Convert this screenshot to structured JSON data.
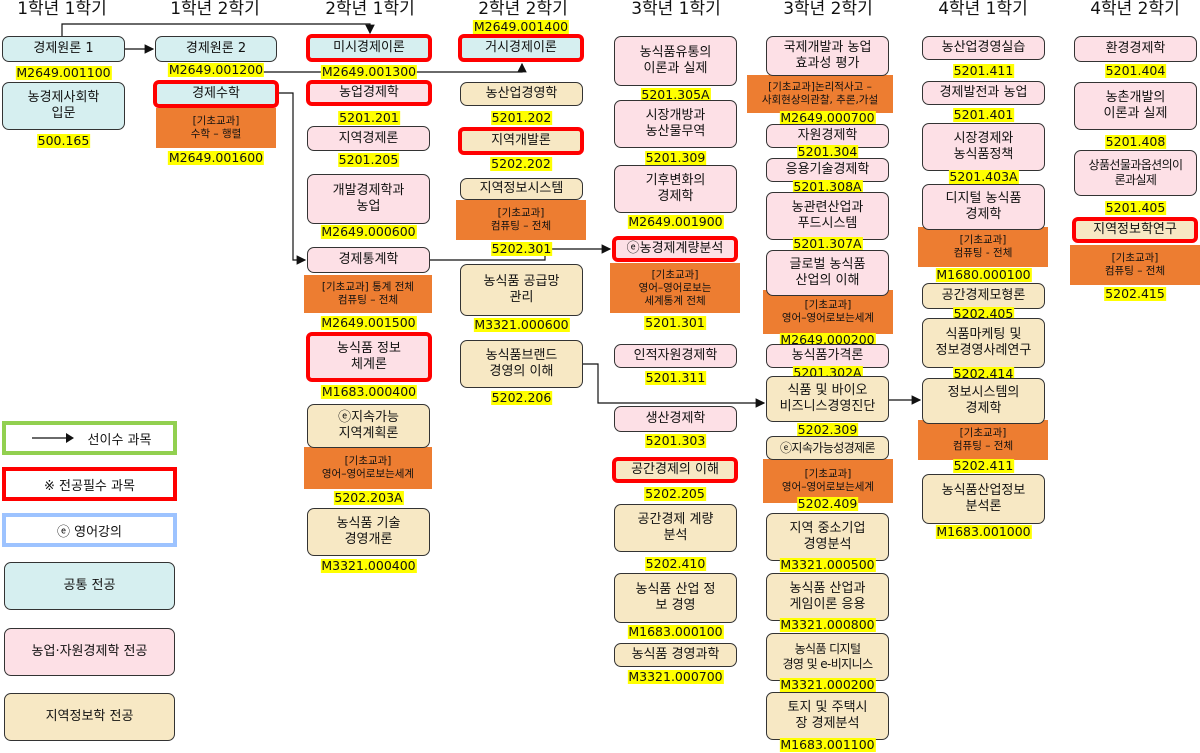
{
  "headers": [
    "1학년 1학기",
    "1학년 2학기",
    "2학년 1학기",
    "2학년 2학기",
    "3학년 1학기",
    "3학년 2학기",
    "4학년 1학기",
    "4학년 2학기"
  ],
  "columns": [
    [
      {
        "title": "경제원론 1",
        "code": "M2649.001100",
        "type": "common"
      },
      {
        "title": "농경제사회학\n입문",
        "code": "500.165",
        "type": "common"
      }
    ],
    [
      {
        "title": "경제원론 2",
        "code": "M2649.001200",
        "type": "common"
      },
      {
        "title": "경제수학",
        "note": "[기초교과]\n수학 – 행렬",
        "code": "M2649.001600",
        "type": "common",
        "required": true
      }
    ],
    [
      {
        "title": "미시경제이론",
        "code": "M2649.001300",
        "type": "common",
        "required": true
      },
      {
        "title": "농업경제학",
        "code": "5201.201",
        "type": "agri",
        "required": true
      },
      {
        "title": "지역경제론",
        "code": "5201.205",
        "type": "agri"
      },
      {
        "title": "개발경제학과\n농업",
        "code": "M2649.000600",
        "type": "agri"
      },
      {
        "title": "경제통계학",
        "note": "[기초교과] 통계 전체\n컴퓨팅 – 전체",
        "code": "M2649.001500",
        "type": "agri"
      },
      {
        "title": "농식품 정보\n체계론",
        "code": "M1683.000400",
        "type": "agri",
        "required": true
      },
      {
        "title": "ⓔ지속가능\n지역계획론",
        "note": "[기초교과]\n영어–영어로보는세계",
        "code": "5202.203A",
        "type": "region"
      },
      {
        "title": "농식품 기술\n경영개론",
        "code": "M3321.000400",
        "type": "region"
      }
    ],
    [
      {
        "title": "거시경제이론",
        "code": "M2649.001400",
        "type": "common",
        "required": true
      },
      {
        "title": "농산업경영학",
        "code": "5201.202",
        "type": "region"
      },
      {
        "title": "지역개발론",
        "code": "5202.202",
        "type": "region",
        "required": true
      },
      {
        "title": "지역정보시스템",
        "note": "[기초교과]\n컴퓨팅 – 전체",
        "code": "5202.301",
        "type": "region"
      },
      {
        "title": "농식품 공급망\n관리",
        "code": "M3321.000600",
        "type": "region"
      },
      {
        "title": "농식품브랜드\n경영의 이해",
        "code": "5202.206",
        "type": "region"
      }
    ],
    [
      {
        "title": "농식품유통의\n이론과 실제",
        "code": "5201.305A",
        "type": "agri"
      },
      {
        "title": "시장개방과\n농산물무역",
        "code": "5201.309",
        "type": "agri"
      },
      {
        "title": "기후변화의\n경제학",
        "code": "M2649.001900",
        "type": "agri"
      },
      {
        "title": "ⓔ농경제계량분석",
        "note": "[기초교과]\n영어–영어로보는\n세계통계 전체",
        "code": "5201.301",
        "type": "agri",
        "required": true
      },
      {
        "title": "인적자원경제학",
        "code": "5201.311",
        "type": "agri"
      },
      {
        "title": "생산경제학",
        "code": "5201.303",
        "type": "agri"
      },
      {
        "title": "공간경제의 이해",
        "code": "5202.205",
        "type": "region",
        "required": true
      },
      {
        "title": "공간경제 계량\n분석",
        "code": "5202.410",
        "type": "region"
      },
      {
        "title": "농식품 산업 정\n보 경영",
        "code": "M1683.000100",
        "type": "region"
      },
      {
        "title": "농식품 경영과학",
        "code": "M3321.000700",
        "type": "region"
      }
    ],
    [
      {
        "title": "국제개발과 농업\n효과성 평가",
        "note": "[기초교과]논리적사고 –\n사회현상의관찰, 추론,가설",
        "code": "M2649.000700",
        "type": "agri"
      },
      {
        "title": "자원경제학",
        "code": "5201.304",
        "type": "agri"
      },
      {
        "title": "응용기술경제학",
        "code": "5201.308A",
        "type": "agri"
      },
      {
        "title": "농관련산업과\n푸드시스템",
        "code": "5201.307A",
        "type": "agri"
      },
      {
        "title": "글로벌 농식품\n산업의 이해",
        "note": "[기초교과]\n영어–영어로보는세계",
        "code": "M2649.000200",
        "type": "agri"
      },
      {
        "title": "농식품가격론",
        "code": "5201.302A",
        "type": "agri"
      },
      {
        "title": "식품 및 바이오\n비즈니스경영진단",
        "code": "5202.309",
        "type": "region"
      },
      {
        "title": "ⓔ지속가능성경제론",
        "note": "[기초교과]\n영어–영어로보는세계",
        "code": "5202.409",
        "type": "region"
      },
      {
        "title": "지역 중소기업\n경영분석",
        "code": "M3321.000500",
        "type": "region"
      },
      {
        "title": "농식품 산업과\n게임이론 응용",
        "code": "M3321.000800",
        "type": "region"
      },
      {
        "title": "농식품 디지털\n경영 및 e-비지니스",
        "code": "M3321.000200",
        "type": "region"
      },
      {
        "title": "토지 및 주택시\n장 경제분석",
        "code": "M1683.001100",
        "type": "region"
      }
    ],
    [
      {
        "title": "농산업경영실습",
        "code": "5201.411",
        "type": "agri"
      },
      {
        "title": "경제발전과 농업",
        "code": "5201.401",
        "type": "agri"
      },
      {
        "title": "시장경제와\n농식품정책",
        "code": "5201.403A",
        "type": "agri"
      },
      {
        "title": "디지털 농식품\n경제학",
        "note": "[기초교과]\n컴퓨팅 - 전체",
        "code": "M1680.000100",
        "type": "agri"
      },
      {
        "title": "공간경제모형론",
        "code": "5202.405",
        "type": "region"
      },
      {
        "title": "식품마케팅 및\n정보경영사례연구",
        "code": "5202.414",
        "type": "region"
      },
      {
        "title": "정보시스템의\n경제학",
        "note": "[기초교과]\n컴퓨팅 – 전체",
        "code": "5202.411",
        "type": "region"
      },
      {
        "title": "농식품산업정보\n분석론",
        "code": "M1683.001000",
        "type": "region"
      }
    ],
    [
      {
        "title": "환경경제학",
        "code": "5201.404",
        "type": "agri"
      },
      {
        "title": "농촌개발의\n이론과 실제",
        "code": "5201.408",
        "type": "agri"
      },
      {
        "title": "상품선물과옵션의이\n론과실제",
        "code": "5201.405",
        "type": "agri"
      },
      {
        "title": "지역정보학연구",
        "note": "[기초교과]\n컴퓨팅 – 전체",
        "code": "5202.415",
        "type": "region",
        "required": true
      }
    ]
  ],
  "legend": {
    "prerequisite": "선이수 과목",
    "required": "※ 전공필수 과목",
    "english": "ⓔ 영어강의",
    "common": "공통 전공",
    "agri": "농업·자원경제학 전공",
    "region": "지역정보학 전공"
  },
  "colors": {
    "common": "#d6eff0",
    "agri": "#fde0e6",
    "region": "#f7e8c4",
    "note": "#ed7d31",
    "required": "#ff0000",
    "prereq_legend": "#92d050",
    "english_legend": "#9dc3ff",
    "code_highlight": "#ffff00"
  }
}
